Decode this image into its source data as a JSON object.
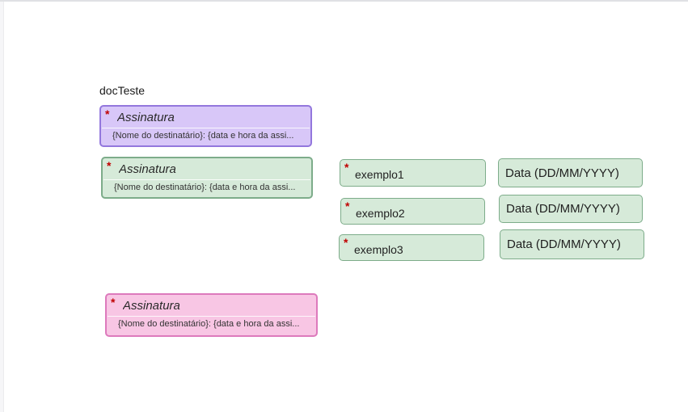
{
  "document": {
    "title": "docTeste"
  },
  "signature_fields": [
    {
      "title": "Assinatura",
      "subtitle": "{Nome do destinatário}: {data e hora da assi...",
      "required_marker": "*",
      "color_theme": "purple"
    },
    {
      "title": "Assinatura",
      "subtitle": "{Nome do destinatário}: {data e hora da assi...",
      "required_marker": "*",
      "color_theme": "green"
    },
    {
      "title": "Assinatura",
      "subtitle": "{Nome do destinatário}: {data e hora da assi...",
      "required_marker": "*",
      "color_theme": "pink"
    }
  ],
  "text_fields": [
    {
      "label": "exemplo1",
      "required_marker": "*"
    },
    {
      "label": "exemplo2",
      "required_marker": "*"
    },
    {
      "label": "exemplo3",
      "required_marker": "*"
    }
  ],
  "date_fields": [
    {
      "label": "Data (DD/MM/YYYY)"
    },
    {
      "label": "Data (DD/MM/YYYY)"
    },
    {
      "label": "Data (DD/MM/YYYY)"
    }
  ],
  "colors": {
    "purple_bg": "#d8c7f8",
    "purple_border": "#9377dd",
    "green_bg": "#d6ead9",
    "green_border": "#7dac8a",
    "pink_bg": "#f8c6e4",
    "pink_border": "#dd7abc",
    "required_red": "#c00000"
  }
}
